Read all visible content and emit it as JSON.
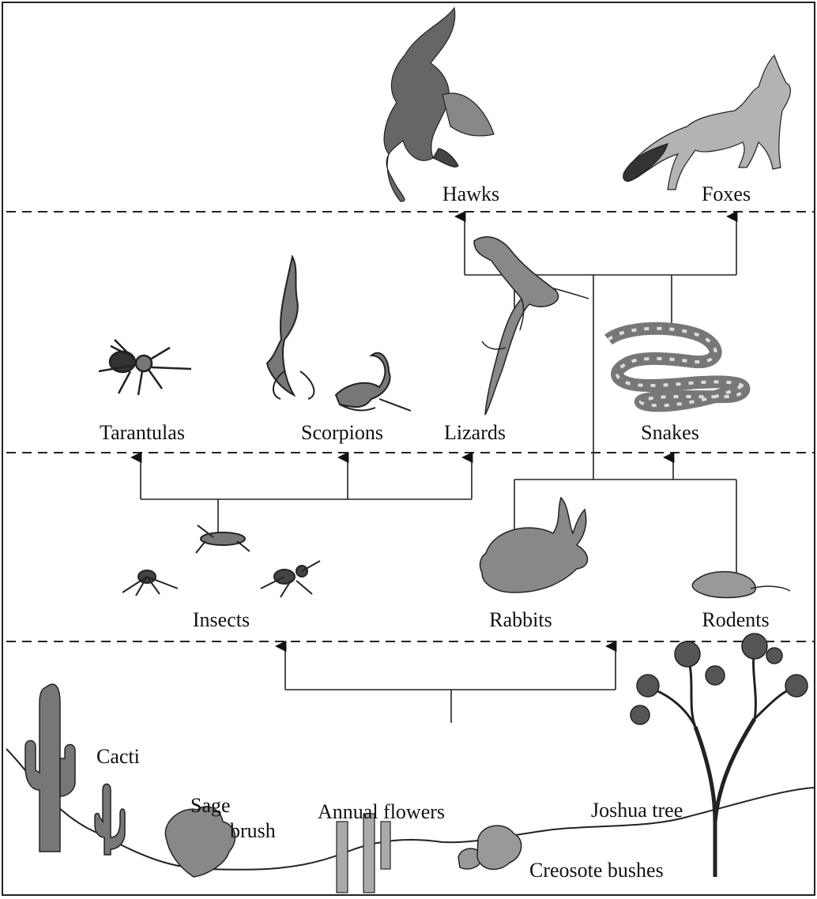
{
  "organisms": {
    "hawks": "Hawks",
    "foxes": "Foxes",
    "tarantulas": "Tarantulas",
    "scorpions": "Scorpions",
    "lizards": "Lizards",
    "snakes": "Snakes",
    "insects": "Insects",
    "rabbits": "Rabbits",
    "rodents": "Rodents",
    "cacti": "Cacti",
    "sage_brush_line1": "Sage",
    "sage_brush_line2": "brush",
    "annual_flowers": "Annual flowers",
    "joshua_tree": "Joshua tree",
    "creosote_bushes": "Creosote bushes"
  },
  "colors": {
    "ink": "#111111",
    "line": "#222222",
    "fill_dark": "#555555",
    "fill_light": "#999999"
  }
}
